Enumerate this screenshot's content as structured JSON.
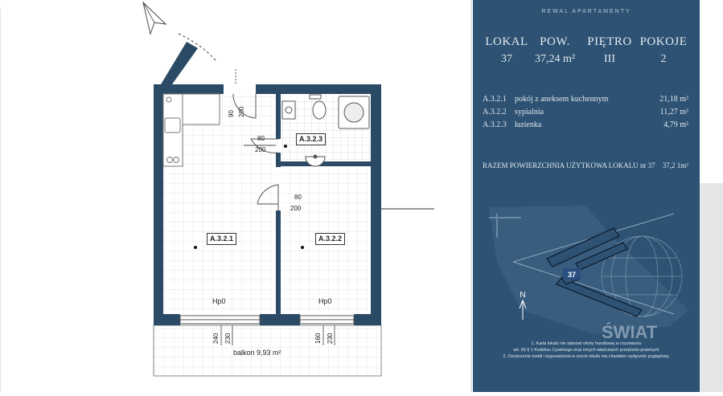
{
  "brand": "REWAL APARTAMENTY",
  "summary": {
    "headers": [
      "LOKAL",
      "POW.",
      "PIĘTRO",
      "POKOJE"
    ],
    "values": [
      "37",
      "37,24 m²",
      "III",
      "2"
    ]
  },
  "rooms": [
    {
      "code": "A.3.2.1",
      "name": "pokój z aneksem kuchennym",
      "area": "21,18 m²"
    },
    {
      "code": "A.3.2.2",
      "name": "sypialnia",
      "area": "11,27 m²"
    },
    {
      "code": "A.3.2.3",
      "name": "łazienka",
      "area": "4,79 m²"
    }
  ],
  "total": {
    "label": "RAZEM POWIERZCHNIA UŻYTKOWA LOKALU nr 37",
    "area": "37,2 1m²"
  },
  "plan": {
    "labels": {
      "living": "A.3.2.1",
      "bedroom": "A.3.2.2",
      "bathroom": "A.3.2.3"
    },
    "door_dims": {
      "entry_w": "90",
      "entry_h": "200",
      "bath_w": "80",
      "bath_h": "200",
      "bed_w": "80",
      "bed_h": "200"
    },
    "window_marks": [
      "Hp0",
      "Hp0"
    ],
    "window_dims": [
      "240",
      "230",
      "160",
      "230"
    ],
    "balcony": "balkon 9,93 m²"
  },
  "site": {
    "unit_number": "37",
    "north": "N",
    "watermark": "ŚWIAT"
  },
  "notes": [
    "1. Karta lokalu nie stanowi oferty handlowej w rozumieniu",
    "art. 66 § 1 Kodeksu Cywilnego oraz innych właściwych przepisów prawnych",
    "2. Oznaczenie mebli i wyposażenia w rzucie lokalu ma charakter wyłącznie poglądowy."
  ],
  "colors": {
    "panel": "#2d5273",
    "walls": "#2b4a66",
    "unit_badge": "#2b4f80"
  }
}
